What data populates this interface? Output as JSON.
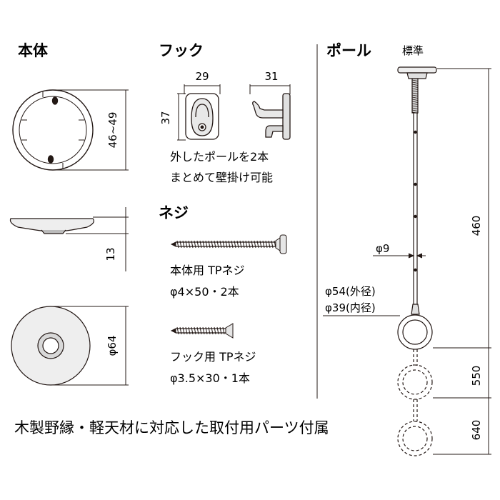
{
  "sections": {
    "body": {
      "title": "本体",
      "dim_diameter_range": "46~49",
      "dim_height": "13",
      "dim_diameter": "φ64"
    },
    "hook": {
      "title": "フック",
      "dim_width": "29",
      "dim_depth": "31",
      "dim_height": "37",
      "note_line1": "外したポールを2本",
      "note_line2": "まとめて壁掛け可能"
    },
    "screw": {
      "title": "ネジ",
      "body_screw_name": "本体用 TPネジ",
      "body_screw_spec": "φ4×50・2本",
      "hook_screw_name": "フック用 TPネジ",
      "hook_screw_spec": "φ3.5×30・1本"
    },
    "pole": {
      "title": "ポール",
      "label_standard": "標準",
      "dim_pole_diameter": "φ9",
      "dim_ring_outer": "φ54(外径)",
      "dim_ring_inner": "φ39(内径)",
      "dim_standard_length": "460",
      "dim_length_2": "550",
      "dim_length_3": "640"
    }
  },
  "footer": {
    "caption": "木製野縁・軽天材に対応した取付用パーツ付属"
  },
  "colors": {
    "line": "#231815",
    "fill_light": "#f2f2f2",
    "fill_mid": "#dddddd",
    "fill_dark": "#b5b5b5"
  }
}
